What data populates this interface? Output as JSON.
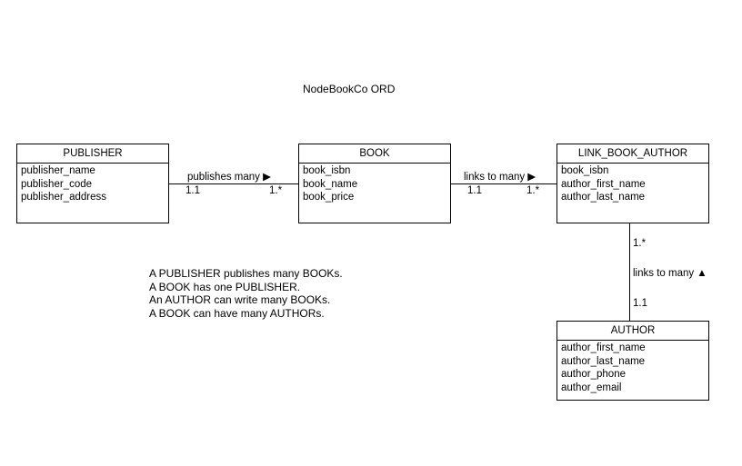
{
  "title": "NodeBookCo ORD",
  "entities": {
    "publisher": {
      "name": "PUBLISHER",
      "attributes": [
        "publisher_name",
        "publisher_code",
        "publisher_address"
      ]
    },
    "book": {
      "name": "BOOK",
      "attributes": [
        "book_isbn",
        "book_name",
        "book_price"
      ]
    },
    "link_book_author": {
      "name": "LINK_BOOK_AUTHOR",
      "attributes": [
        "book_isbn",
        "author_first_name",
        "author_last_name"
      ]
    },
    "author": {
      "name": "AUTHOR",
      "attributes": [
        "author_first_name",
        "author_last_name",
        "author_phone",
        "author_email"
      ]
    }
  },
  "relationships": {
    "publisher_book": {
      "label": "publishes many ▶",
      "left_cardinality": "1.1",
      "right_cardinality": "1.*"
    },
    "book_link": {
      "label": "links to many ▶",
      "left_cardinality": "1.1",
      "right_cardinality": "1.*"
    },
    "author_link": {
      "label": "links to many ▲",
      "top_cardinality": "1.*",
      "bottom_cardinality": "1.1"
    }
  },
  "notes": [
    "A PUBLISHER publishes many BOOKs.",
    "A BOOK has one PUBLISHER.",
    "An AUTHOR can write many BOOKs.",
    "A BOOK can have many AUTHORs."
  ]
}
